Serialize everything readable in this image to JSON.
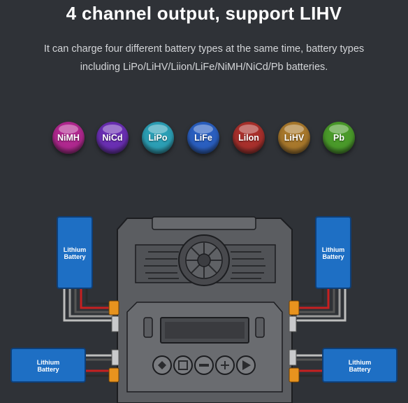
{
  "header": {
    "title": "4 channel output, support LIHV",
    "subtitle_line1": "It can charge four different battery types at the same time, battery types",
    "subtitle_line2": "including LiPo/LiHV/Liion/LiFe/NiMH/NiCd/Pb batteries."
  },
  "battery_types": [
    {
      "label": "NiMH",
      "color": "#b0288f"
    },
    {
      "label": "NiCd",
      "color": "#6a2fb3"
    },
    {
      "label": "LiPo",
      "color": "#2c9fb5"
    },
    {
      "label": "LiFe",
      "color": "#2a5fc0"
    },
    {
      "label": "Lilon",
      "color": "#a8302c"
    },
    {
      "label": "LiHV",
      "color": "#a8782c"
    },
    {
      "label": "Pb",
      "color": "#4a9a2a"
    }
  ],
  "batteries": [
    {
      "line1": "Lithium",
      "line2": "Battery"
    },
    {
      "line1": "Lithium",
      "line2": "Battery"
    },
    {
      "line1": "Lithium",
      "line2": "Battery"
    },
    {
      "line1": "Lithium",
      "line2": "Battery"
    }
  ],
  "colors": {
    "battery_blue": "#1e6fc4",
    "charger_body": "#5b5d61",
    "connector_orange": "#e8931e",
    "wire_red": "#c62020"
  }
}
